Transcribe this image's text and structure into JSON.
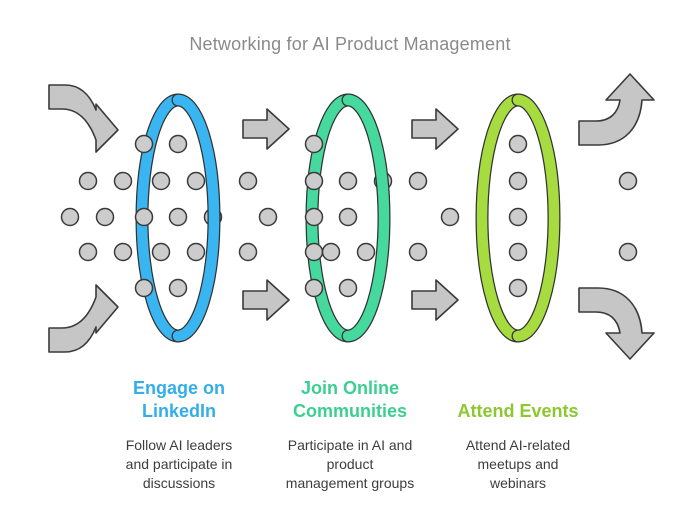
{
  "title": "Networking for AI Product Management",
  "colors": {
    "step1": "#39b6f2",
    "step2": "#45d99e",
    "step3": "#a6dc3f",
    "arrow_fill": "#c6c6c6",
    "arrow_stroke": "#3a3a3a",
    "dot_fill": "#cccccc",
    "dot_stroke": "#3a3a3a"
  },
  "steps": [
    {
      "title": "Engage on LinkedIn",
      "title_lines": [
        "Engage on",
        "LinkedIn"
      ],
      "desc_lines": [
        "Follow AI leaders",
        "and participate in",
        "discussions"
      ],
      "color": "#33aee9"
    },
    {
      "title": "Join Online Communities",
      "title_lines": [
        "Join Online",
        "Communities"
      ],
      "desc_lines": [
        "Participate in AI and",
        "product",
        "management groups"
      ],
      "color": "#3ccf92"
    },
    {
      "title": "Attend Events",
      "title_lines": [
        "Attend Events"
      ],
      "desc_lines": [
        "Attend AI-related",
        "meetups and",
        "webinars"
      ],
      "color": "#8cc832"
    }
  ]
}
